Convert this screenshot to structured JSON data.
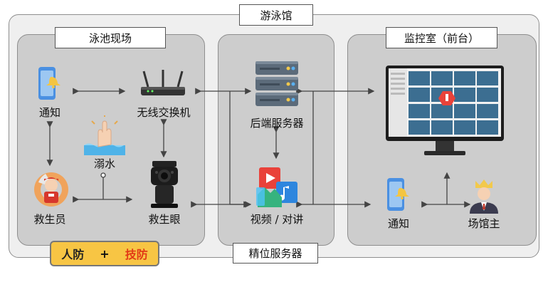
{
  "venue_title": "游泳馆",
  "bottom_title": "精位服务器",
  "panels": {
    "pool": {
      "title": "泳池现场"
    },
    "server": {
      "title": ""
    },
    "monitor": {
      "title": "监控室（前台）"
    }
  },
  "nodes": {
    "notify_left": "通知",
    "switch": "无线交换机",
    "drowning": "溺水",
    "lifeguard": "救生员",
    "camera": "救生眼",
    "backend": "后端服务器",
    "video": "视频 / 对讲",
    "notify_right": "通知",
    "manager": "场馆主"
  },
  "badge": {
    "human": "人防",
    "plus": "+",
    "tech": "技防"
  },
  "colors": {
    "panel": "#cdcdcd",
    "outer": "#efefef",
    "badge": "#f7c544",
    "accent_red": "#e23a16",
    "phone_blue": "#4a90e2"
  }
}
